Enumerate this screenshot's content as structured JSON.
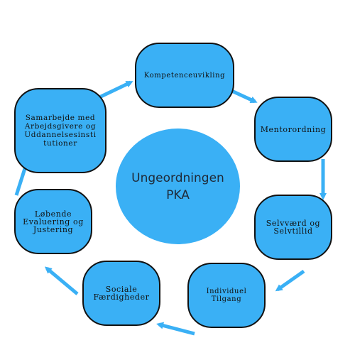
{
  "center": {
    "line1": "Ungeordningen",
    "line2": "PKA"
  },
  "nodes": {
    "n1": "Kompetenceuvikling",
    "n2": "Mentorordning",
    "n3": "Selvværd og Selvtillid",
    "n4": "Individuel Tilgang",
    "n5": "Sociale Færdigheder",
    "n6": "Løbende Evaluering og Justering",
    "n7": "Samarbejde med Arbejdsgivere og Uddannelsesinstitutioner"
  },
  "colors": {
    "node_fill": "#3ab0f5",
    "node_border": "#111111",
    "arrow": "#3ab0f5"
  }
}
